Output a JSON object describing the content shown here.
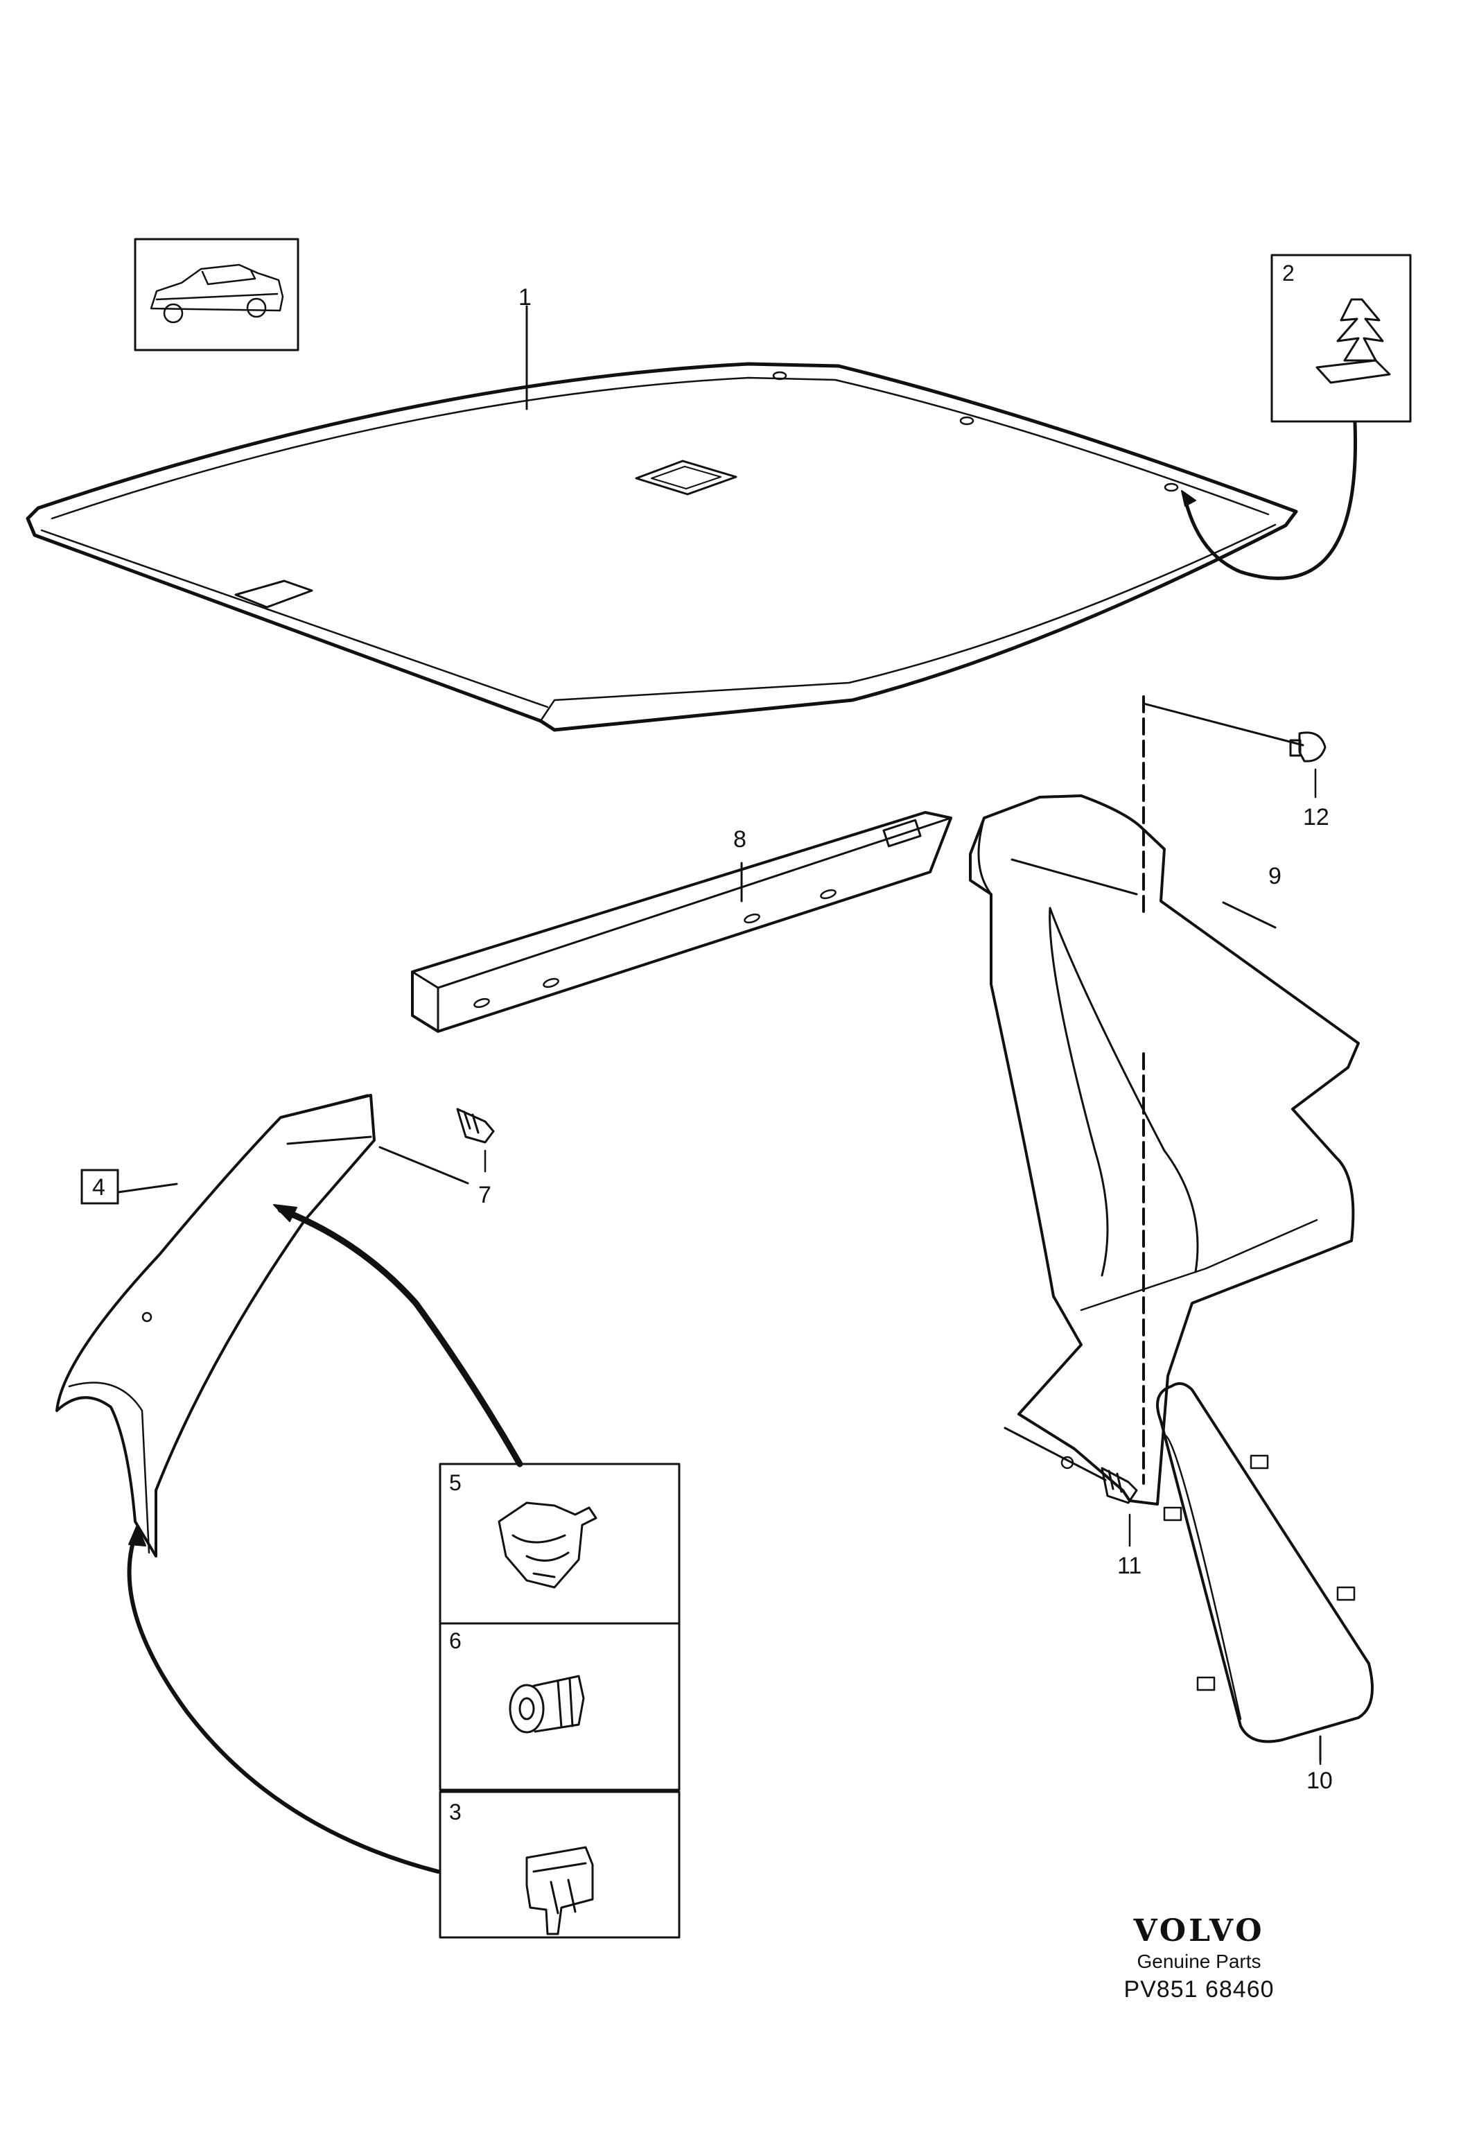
{
  "callouts": {
    "p1": "1",
    "p2": "2",
    "p3": "3",
    "p4": "4",
    "p5": "5",
    "p6": "6",
    "p7": "7",
    "p8": "8",
    "p9": "9",
    "p10": "10",
    "p11": "11",
    "p12": "12"
  },
  "icons": {
    "vehicle": "car-sedan-icon",
    "clip2": "fir-tree-clip-icon",
    "clip3": "spring-clip-icon",
    "clip5": "snap-clip-icon",
    "clip6": "push-rivet-icon"
  },
  "brand": {
    "logo": "VOLVO",
    "subtitle": "Genuine Parts",
    "code": "PV851 68460"
  },
  "colors": {
    "ink": "#111111",
    "paper": "#ffffff"
  }
}
